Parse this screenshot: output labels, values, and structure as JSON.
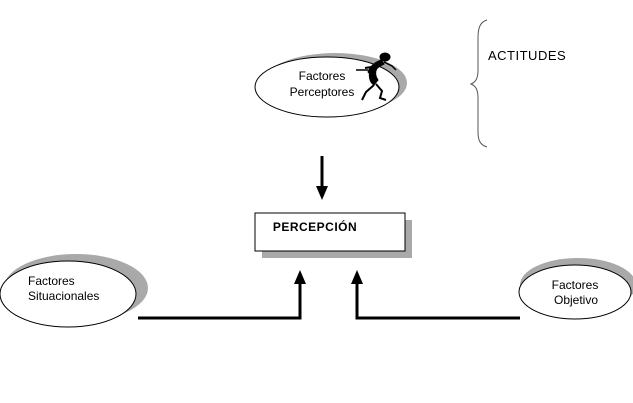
{
  "diagram": {
    "center": {
      "label": "PERCEPCIÓN"
    },
    "nodes": {
      "perceptores": {
        "line1": "Factores",
        "line2": "Perceptores"
      },
      "situacionales": {
        "line1": "Factores",
        "line2": "Situacionales"
      },
      "objetivo": {
        "line1": "Factores",
        "line2": "Objetivo"
      }
    },
    "side_note": {
      "label": "ACTITUDES"
    },
    "icons": {
      "figure": "running-figure-icon",
      "brace": "curly-brace-icon"
    },
    "colors": {
      "ink": "#000000",
      "shadow": "#a9a9a9",
      "background": "#ffffff"
    }
  }
}
